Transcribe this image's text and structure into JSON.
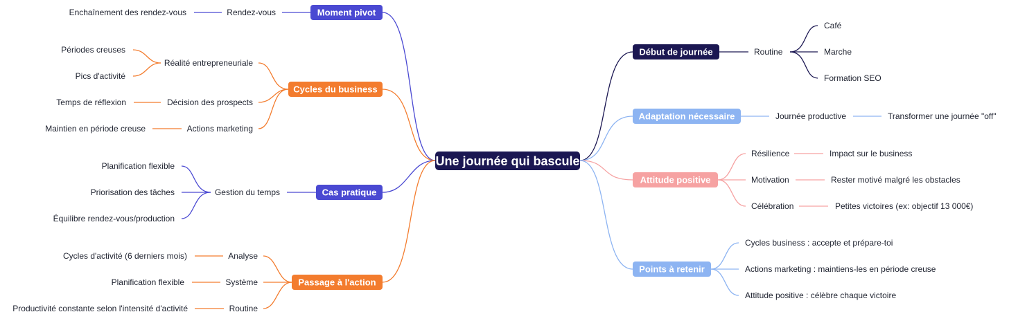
{
  "colors": {
    "navy": "#1b1752",
    "indigo": "#4a49d2",
    "orange": "#f37c2e",
    "lightblue": "#8db4f2",
    "pink": "#f6a2a2"
  },
  "center": {
    "label": "Une journée qui bascule"
  },
  "branches": {
    "moment_pivot": {
      "label": "Moment pivot",
      "children": [
        {
          "label": "Rendez-vous",
          "children": [
            "Enchaînement des rendez-vous"
          ]
        }
      ]
    },
    "cycles_business": {
      "label": "Cycles du business",
      "children": [
        {
          "label": "Réalité entrepreneuriale",
          "children": [
            "Périodes creuses",
            "Pics d'activité"
          ]
        },
        {
          "label": "Décision des prospects",
          "children": [
            "Temps de réflexion"
          ]
        },
        {
          "label": "Actions marketing",
          "children": [
            "Maintien en période creuse"
          ]
        }
      ]
    },
    "cas_pratique": {
      "label": "Cas pratique",
      "children": [
        {
          "label": "Gestion du temps",
          "children": [
            "Planification flexible",
            "Priorisation des tâches",
            "Équilibre rendez-vous/production"
          ]
        }
      ]
    },
    "passage_action": {
      "label": "Passage à l'action",
      "children": [
        {
          "label": "Analyse",
          "children": [
            "Cycles d'activité (6 derniers mois)"
          ]
        },
        {
          "label": "Système",
          "children": [
            "Planification flexible"
          ]
        },
        {
          "label": "Routine",
          "children": [
            "Productivité constante selon l'intensité d'activité"
          ]
        }
      ]
    },
    "debut_journee": {
      "label": "Début de journée",
      "children": [
        {
          "label": "Routine",
          "children": [
            "Café",
            "Marche",
            "Formation SEO"
          ]
        }
      ]
    },
    "adaptation": {
      "label": "Adaptation nécessaire",
      "children": [
        {
          "label": "Journée productive",
          "children": [
            "Transformer une journée \"off\""
          ]
        }
      ]
    },
    "attitude": {
      "label": "Attitude positive",
      "children": [
        {
          "label": "Résilience",
          "children": [
            "Impact sur le business"
          ]
        },
        {
          "label": "Motivation",
          "children": [
            "Rester motivé malgré les obstacles"
          ]
        },
        {
          "label": "Célébration",
          "children": [
            "Petites victoires (ex: objectif 13 000€)"
          ]
        }
      ]
    },
    "points": {
      "label": "Points à retenir",
      "children": [
        {
          "label": "Cycles business : accepte et prépare-toi",
          "children": []
        },
        {
          "label": "Actions marketing : maintiens-les en période creuse",
          "children": []
        },
        {
          "label": "Attitude positive : célèbre chaque victoire",
          "children": []
        }
      ]
    }
  }
}
